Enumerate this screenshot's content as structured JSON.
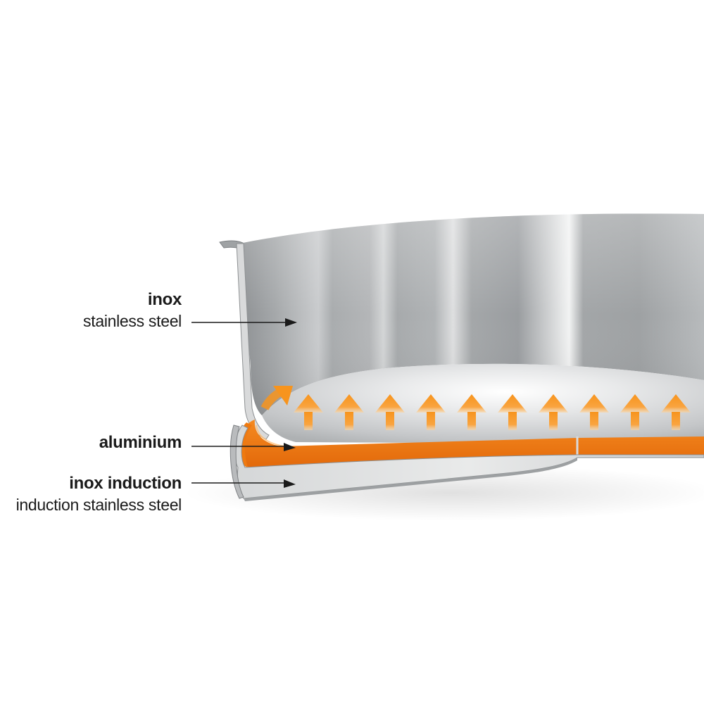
{
  "labels": {
    "inox": {
      "title": "inox",
      "subtitle": "stainless steel"
    },
    "aluminium": {
      "title": "aluminium"
    },
    "inox_induction": {
      "title": "inox induction",
      "subtitle": "induction stainless steel"
    }
  },
  "colors": {
    "background": "#ffffff",
    "steel_light": "#e6e7e8",
    "steel_mid": "#a9abad",
    "steel_dark": "#6f7274",
    "aluminium_layer": "#f07b12",
    "heat_arrow": "#f7941d",
    "label_text": "#1a1a1a"
  },
  "icons": {
    "heat_arrows": "up-arrow-icon",
    "pointer": "pointer-arrow-icon"
  },
  "heat_arrow_count": 11
}
